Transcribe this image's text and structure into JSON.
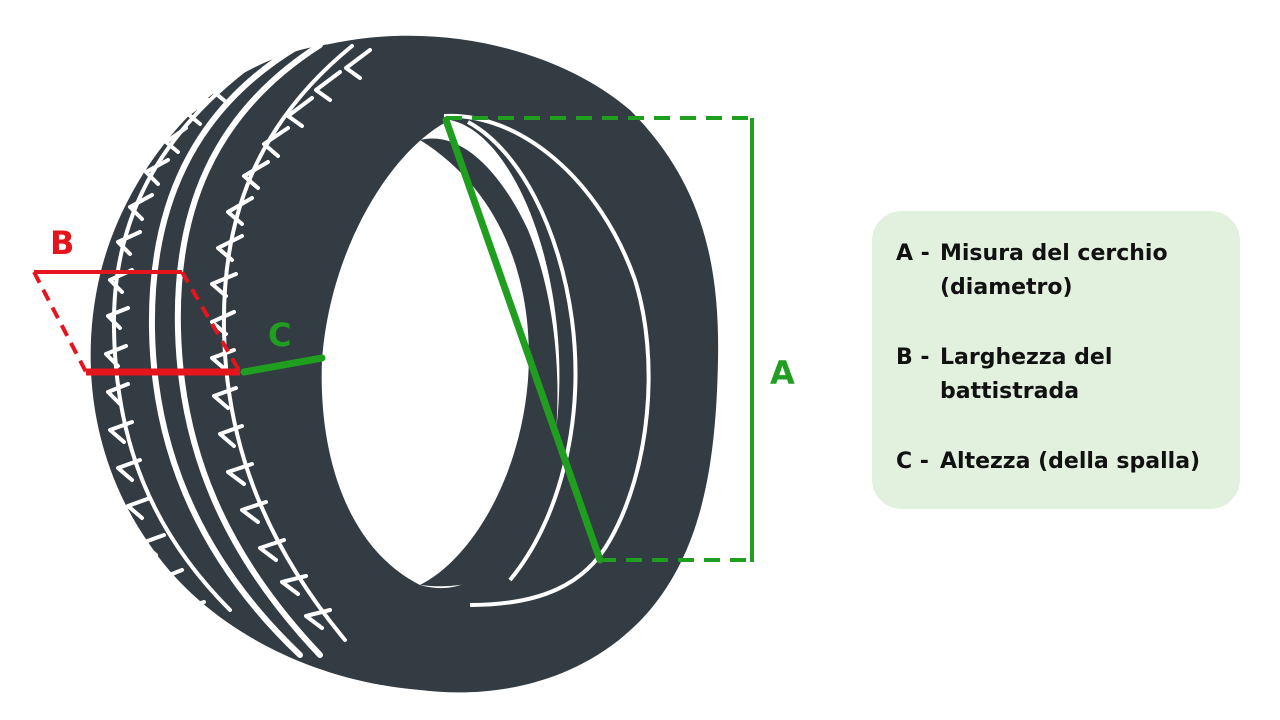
{
  "diagram": {
    "markers": {
      "a": "A",
      "b": "B",
      "c": "C"
    },
    "colors": {
      "tyre": "#333c42",
      "tread_grooves": "#ffffff",
      "marker_a": "#1f9e1f",
      "marker_c": "#1f9e1f",
      "marker_b": "#e5151e",
      "legend_background": "#e2f1de"
    }
  },
  "legend": {
    "items": [
      {
        "key": "A -",
        "text": "Misura del cerchio (diametro)"
      },
      {
        "key": "B -",
        "text": "Larghezza del battistrada"
      },
      {
        "key": "C -",
        "text": "Altezza (della spalla)"
      }
    ]
  }
}
